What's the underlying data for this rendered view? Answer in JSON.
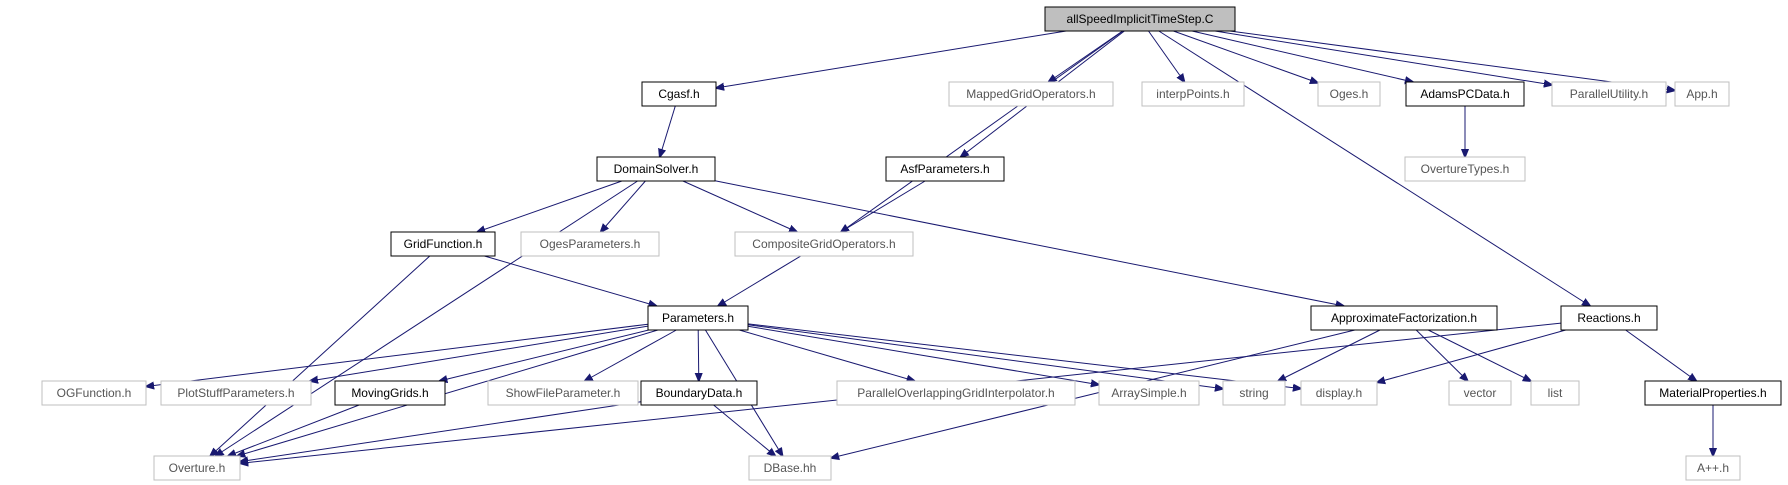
{
  "colors": {
    "edge": "#191970",
    "root_fill": "#bfbfbf",
    "border_normal": "#000000",
    "border_gray": "#bfbfbf"
  },
  "nodes": [
    {
      "id": "root",
      "label": "allSpeedImplicitTimeStep.C",
      "style": "root"
    },
    {
      "id": "cgasf",
      "label": "Cgasf.h",
      "style": "normal"
    },
    {
      "id": "mgo",
      "label": "MappedGridOperators.h",
      "style": "gray"
    },
    {
      "id": "interp",
      "label": "interpPoints.h",
      "style": "gray"
    },
    {
      "id": "oges",
      "label": "Oges.h",
      "style": "gray"
    },
    {
      "id": "adams",
      "label": "AdamsPCData.h",
      "style": "normal"
    },
    {
      "id": "putil",
      "label": "ParallelUtility.h",
      "style": "gray"
    },
    {
      "id": "app",
      "label": "App.h",
      "style": "gray"
    },
    {
      "id": "otypes",
      "label": "OvertureTypes.h",
      "style": "gray"
    },
    {
      "id": "dsolver",
      "label": "DomainSolver.h",
      "style": "normal"
    },
    {
      "id": "asfp",
      "label": "AsfParameters.h",
      "style": "normal"
    },
    {
      "id": "gridf",
      "label": "GridFunction.h",
      "style": "normal"
    },
    {
      "id": "ogesp",
      "label": "OgesParameters.h",
      "style": "gray"
    },
    {
      "id": "cgo",
      "label": "CompositeGridOperators.h",
      "style": "gray"
    },
    {
      "id": "params",
      "label": "Parameters.h",
      "style": "normal"
    },
    {
      "id": "afact",
      "label": "ApproximateFactorization.h",
      "style": "normal"
    },
    {
      "id": "react",
      "label": "Reactions.h",
      "style": "normal"
    },
    {
      "id": "ogf",
      "label": "OGFunction.h",
      "style": "gray"
    },
    {
      "id": "psp",
      "label": "PlotStuffParameters.h",
      "style": "gray"
    },
    {
      "id": "mgrids",
      "label": "MovingGrids.h",
      "style": "normal"
    },
    {
      "id": "sfp",
      "label": "ShowFileParameter.h",
      "style": "gray"
    },
    {
      "id": "bdata",
      "label": "BoundaryData.h",
      "style": "normal"
    },
    {
      "id": "pogi",
      "label": "ParallelOverlappingGridInterpolator.h",
      "style": "gray"
    },
    {
      "id": "asimple",
      "label": "ArraySimple.h",
      "style": "gray"
    },
    {
      "id": "string",
      "label": "string",
      "style": "gray"
    },
    {
      "id": "display",
      "label": "display.h",
      "style": "gray"
    },
    {
      "id": "vector",
      "label": "vector",
      "style": "gray"
    },
    {
      "id": "list",
      "label": "list",
      "style": "gray"
    },
    {
      "id": "matprop",
      "label": "MaterialProperties.h",
      "style": "normal"
    },
    {
      "id": "overture",
      "label": "Overture.h",
      "style": "gray"
    },
    {
      "id": "dbase",
      "label": "DBase.hh",
      "style": "gray"
    },
    {
      "id": "app2",
      "label": "A++.h",
      "style": "gray"
    }
  ],
  "edges": [
    [
      "root",
      "cgasf"
    ],
    [
      "root",
      "mgo"
    ],
    [
      "root",
      "interp"
    ],
    [
      "root",
      "oges"
    ],
    [
      "root",
      "adams"
    ],
    [
      "root",
      "putil"
    ],
    [
      "root",
      "app"
    ],
    [
      "root",
      "cgo"
    ],
    [
      "root",
      "asfp"
    ],
    [
      "root",
      "react"
    ],
    [
      "adams",
      "otypes"
    ],
    [
      "cgasf",
      "dsolver"
    ],
    [
      "dsolver",
      "gridf"
    ],
    [
      "dsolver",
      "ogesp"
    ],
    [
      "dsolver",
      "cgo"
    ],
    [
      "dsolver",
      "afact"
    ],
    [
      "dsolver",
      "overture"
    ],
    [
      "asfp",
      "params"
    ],
    [
      "gridf",
      "params"
    ],
    [
      "gridf",
      "overture"
    ],
    [
      "params",
      "overture"
    ],
    [
      "params",
      "ogf"
    ],
    [
      "params",
      "psp"
    ],
    [
      "params",
      "mgrids"
    ],
    [
      "params",
      "sfp"
    ],
    [
      "params",
      "bdata"
    ],
    [
      "params",
      "dbase"
    ],
    [
      "params",
      "pogi"
    ],
    [
      "params",
      "asimple"
    ],
    [
      "params",
      "string"
    ],
    [
      "params",
      "display"
    ],
    [
      "afact",
      "string"
    ],
    [
      "afact",
      "vector"
    ],
    [
      "afact",
      "list"
    ],
    [
      "afact",
      "dbase"
    ],
    [
      "react",
      "display"
    ],
    [
      "react",
      "matprop"
    ],
    [
      "react",
      "overture"
    ],
    [
      "matprop",
      "app2"
    ],
    [
      "mgrids",
      "overture"
    ],
    [
      "bdata",
      "overture"
    ],
    [
      "bdata",
      "dbase"
    ]
  ]
}
